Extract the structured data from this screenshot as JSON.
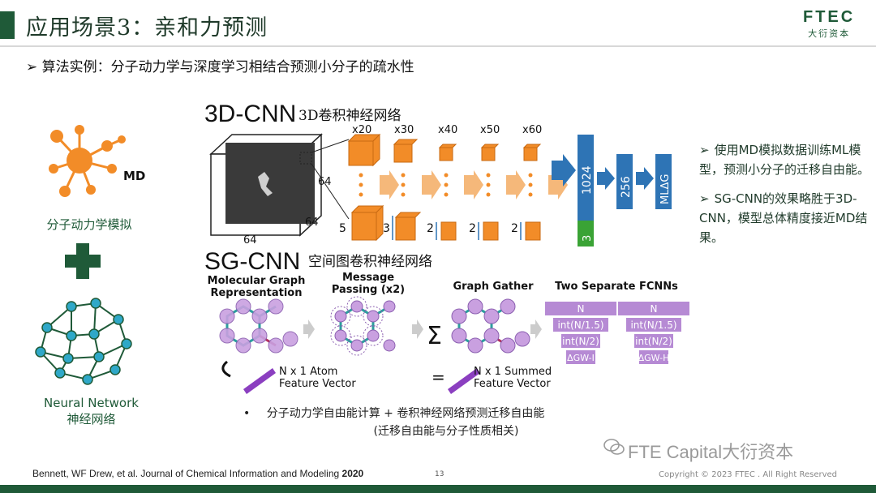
{
  "header": {
    "title": "应用场景3：亲和力预测",
    "logo_main": "FTEC",
    "logo_sub": "大衍资本"
  },
  "subtitle": "➢  算法实例：分子动力学与深度学习相结合预测小分子的疏水性",
  "left_panel": {
    "md_tag": "MD",
    "md_caption": "分子动力学模拟",
    "nn_caption_en": "Neural Network",
    "nn_caption_zh": "神经网络"
  },
  "figure": {
    "cnn_title": "3D-CNN",
    "cnn_title_zh": "3D卷积神经网络",
    "cube_dims": [
      "64",
      "64",
      "64"
    ],
    "channels": [
      "x20",
      "x30",
      "x40",
      "x50",
      "x60"
    ],
    "kernels": [
      "5",
      "3",
      "2",
      "2",
      "2"
    ],
    "dense": [
      "1024",
      "256",
      "MLΔG"
    ],
    "dense_small": "3",
    "sg_title": "SG-CNN",
    "sg_title_zh": "空间图卷积神经网络",
    "step1": "Molecular Graph\nRepresentation",
    "step2": "Message\nPassing (x2)",
    "step3": "Graph Gather",
    "step4": "Two Separate FCNNs",
    "sigma": "Σ",
    "atom_vec": "N x 1 Atom\nFeature Vector",
    "sum_vec": "N x 1 Summed\nFeature Vector",
    "equals": "=",
    "fcnn_left": [
      "N",
      "int(N/1.5)",
      "int(N/2)",
      "ΔGW-I"
    ],
    "fcnn_right": [
      "N",
      "int(N/1.5)",
      "int(N/2)",
      "ΔGW-H"
    ]
  },
  "right_notes": [
    "使用MD模拟数据训练ML模型，预测小分子的迁移自由能。",
    "SG-CNN的效果略胜于3D-CNN，模型总体精度接近MD结果。"
  ],
  "note_bullet": "➢",
  "bottom": {
    "bullet": "•",
    "line1": "分子动力学自由能计算 + 卷积神经网络预测迁移自由能",
    "line2": "(迁移自由能与分子性质相关)"
  },
  "footer": {
    "reference": "Bennett, WF Drew, et al. Journal of Chemical Information and Modeling ",
    "year": "2020",
    "page": "13",
    "copyright": "Copyright © 2023 FTEC . All Right Reserved",
    "watermark": "FTE Capital大衍资本"
  },
  "colors": {
    "brand_green": "#1f5a38",
    "orange": "#f28c28",
    "blue": "#2e74b5",
    "purple": "#b68ad4",
    "green_bar": "#3aa335"
  }
}
